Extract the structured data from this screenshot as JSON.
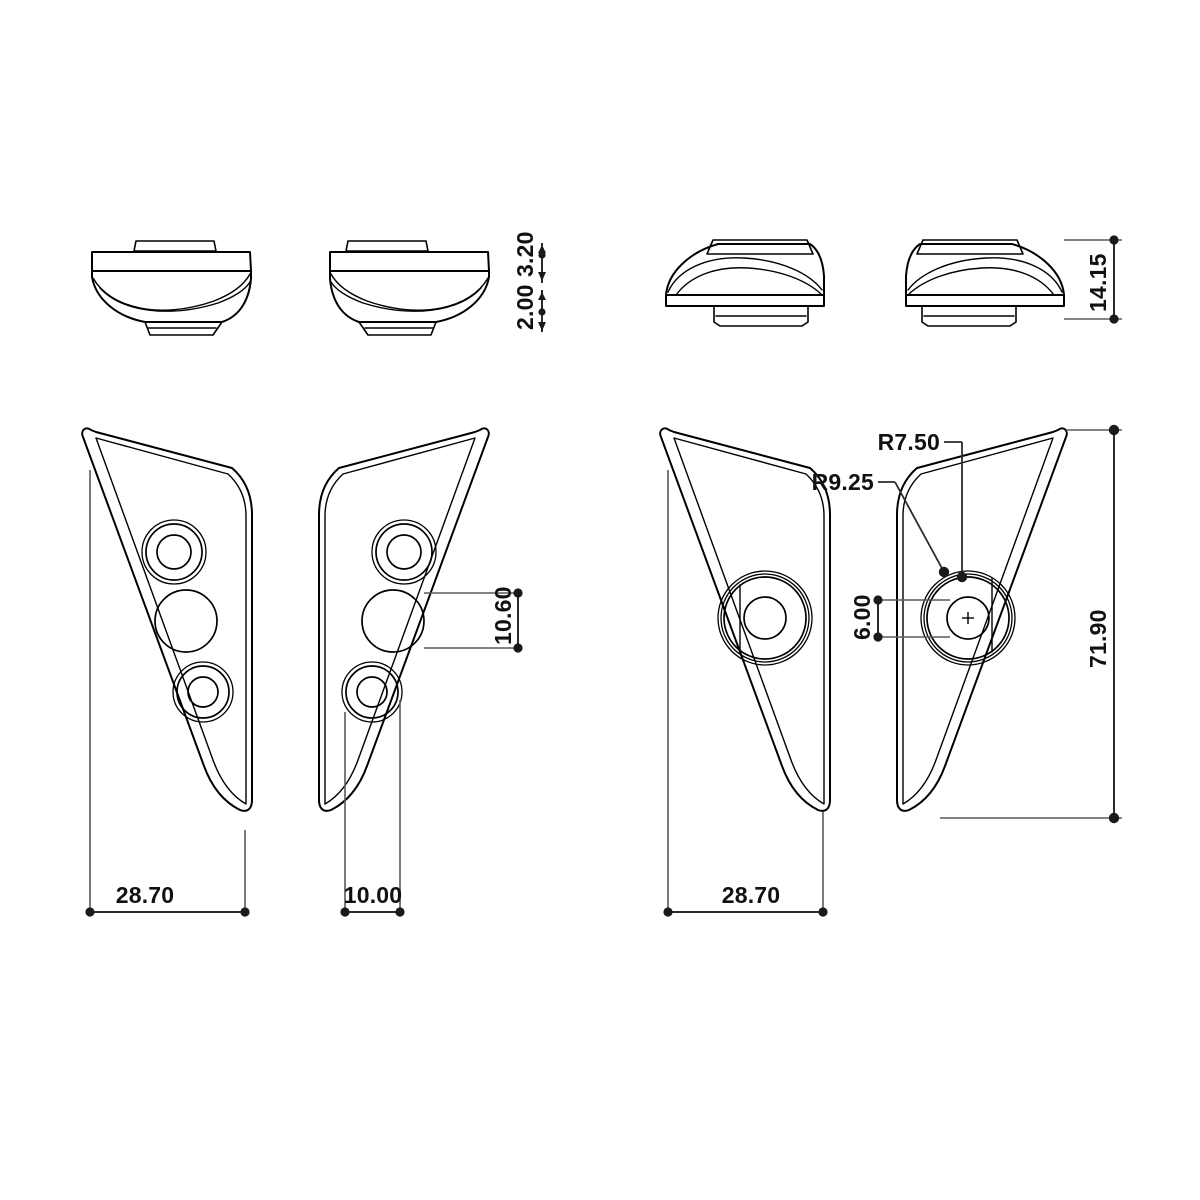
{
  "drawing": {
    "title": "Orthographic part drawing — four views",
    "units": "mm",
    "background_color": "#ffffff",
    "line_color": "#000000",
    "dimension_color": "#2b2b2b"
  },
  "views": [
    {
      "id": "view-1",
      "name": "left-side-elevation-a",
      "label": "",
      "position": "top-left"
    },
    {
      "id": "view-2",
      "name": "left-side-elevation-b",
      "label": "",
      "position": "top-left-2"
    },
    {
      "id": "view-3",
      "name": "right-side-elevation-a",
      "label": "",
      "position": "top-right"
    },
    {
      "id": "view-4",
      "name": "right-side-elevation-b",
      "label": "",
      "position": "top-right-2"
    },
    {
      "id": "view-5",
      "name": "plan-view-three-bosses-a",
      "label": "",
      "position": "bottom-left"
    },
    {
      "id": "view-6",
      "name": "plan-view-three-bosses-b",
      "label": "",
      "position": "bottom-left-2"
    },
    {
      "id": "view-7",
      "name": "plan-view-single-boss-a",
      "label": "",
      "position": "bottom-right"
    },
    {
      "id": "view-8",
      "name": "plan-view-single-boss-b",
      "label": "",
      "position": "bottom-right-2"
    }
  ],
  "dimensions": {
    "thickness_upper": "3.20",
    "thickness_lower": "2.00",
    "height_right": "14.15",
    "hole_spacing": "10.60",
    "width_left": "28.70",
    "offset_left": "10.00",
    "width_right": "28.70",
    "boss_inner": "6.00",
    "overall_height": "71.90",
    "radius_outer": "R7.50",
    "radius_inner": "R9.25"
  }
}
